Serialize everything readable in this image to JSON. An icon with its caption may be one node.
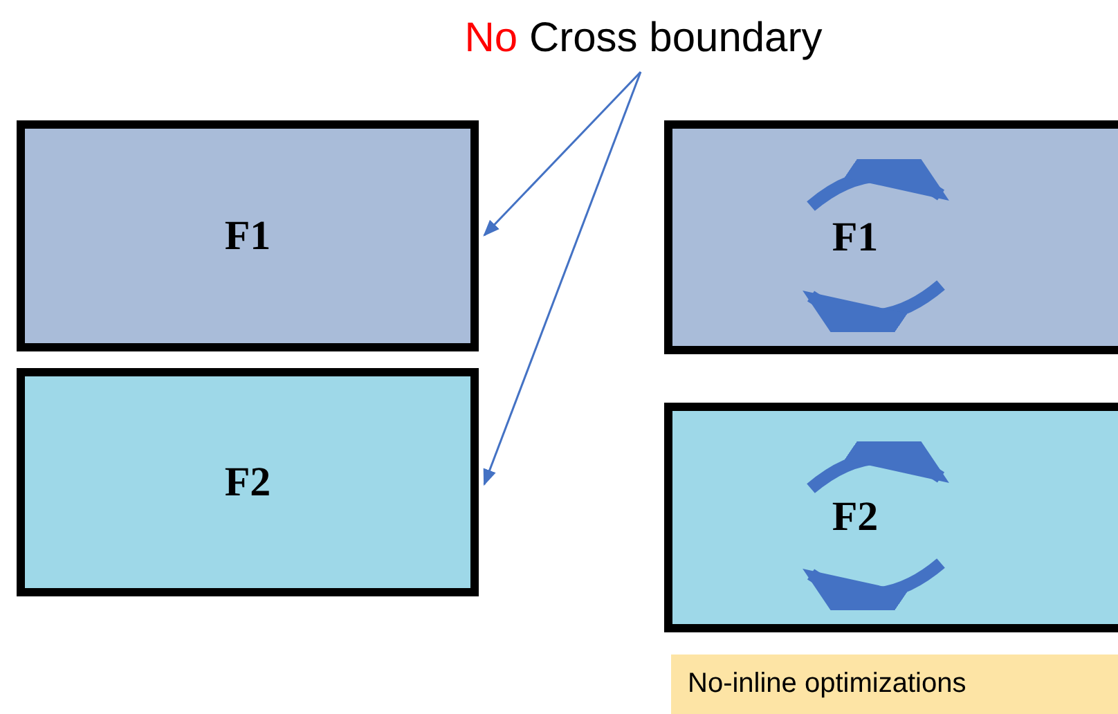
{
  "diagram": {
    "nodes": [
      {
        "text": [
          "No Cross boundary"
        ]
      },
      {
        "text": [
          "F1"
        ]
      },
      {
        "text": [
          "F2"
        ]
      },
      {
        "text": [
          "F1"
        ]
      },
      {
        "text": [
          "F2"
        ]
      },
      {
        "text": [
          "No-inline optimizations"
        ]
      }
    ],
    "edges": [
      {
        "from": 0,
        "to": 1,
        "arrow": "to"
      },
      {
        "from": 0,
        "to": 2,
        "arrow": "to"
      }
    ]
  }
}
